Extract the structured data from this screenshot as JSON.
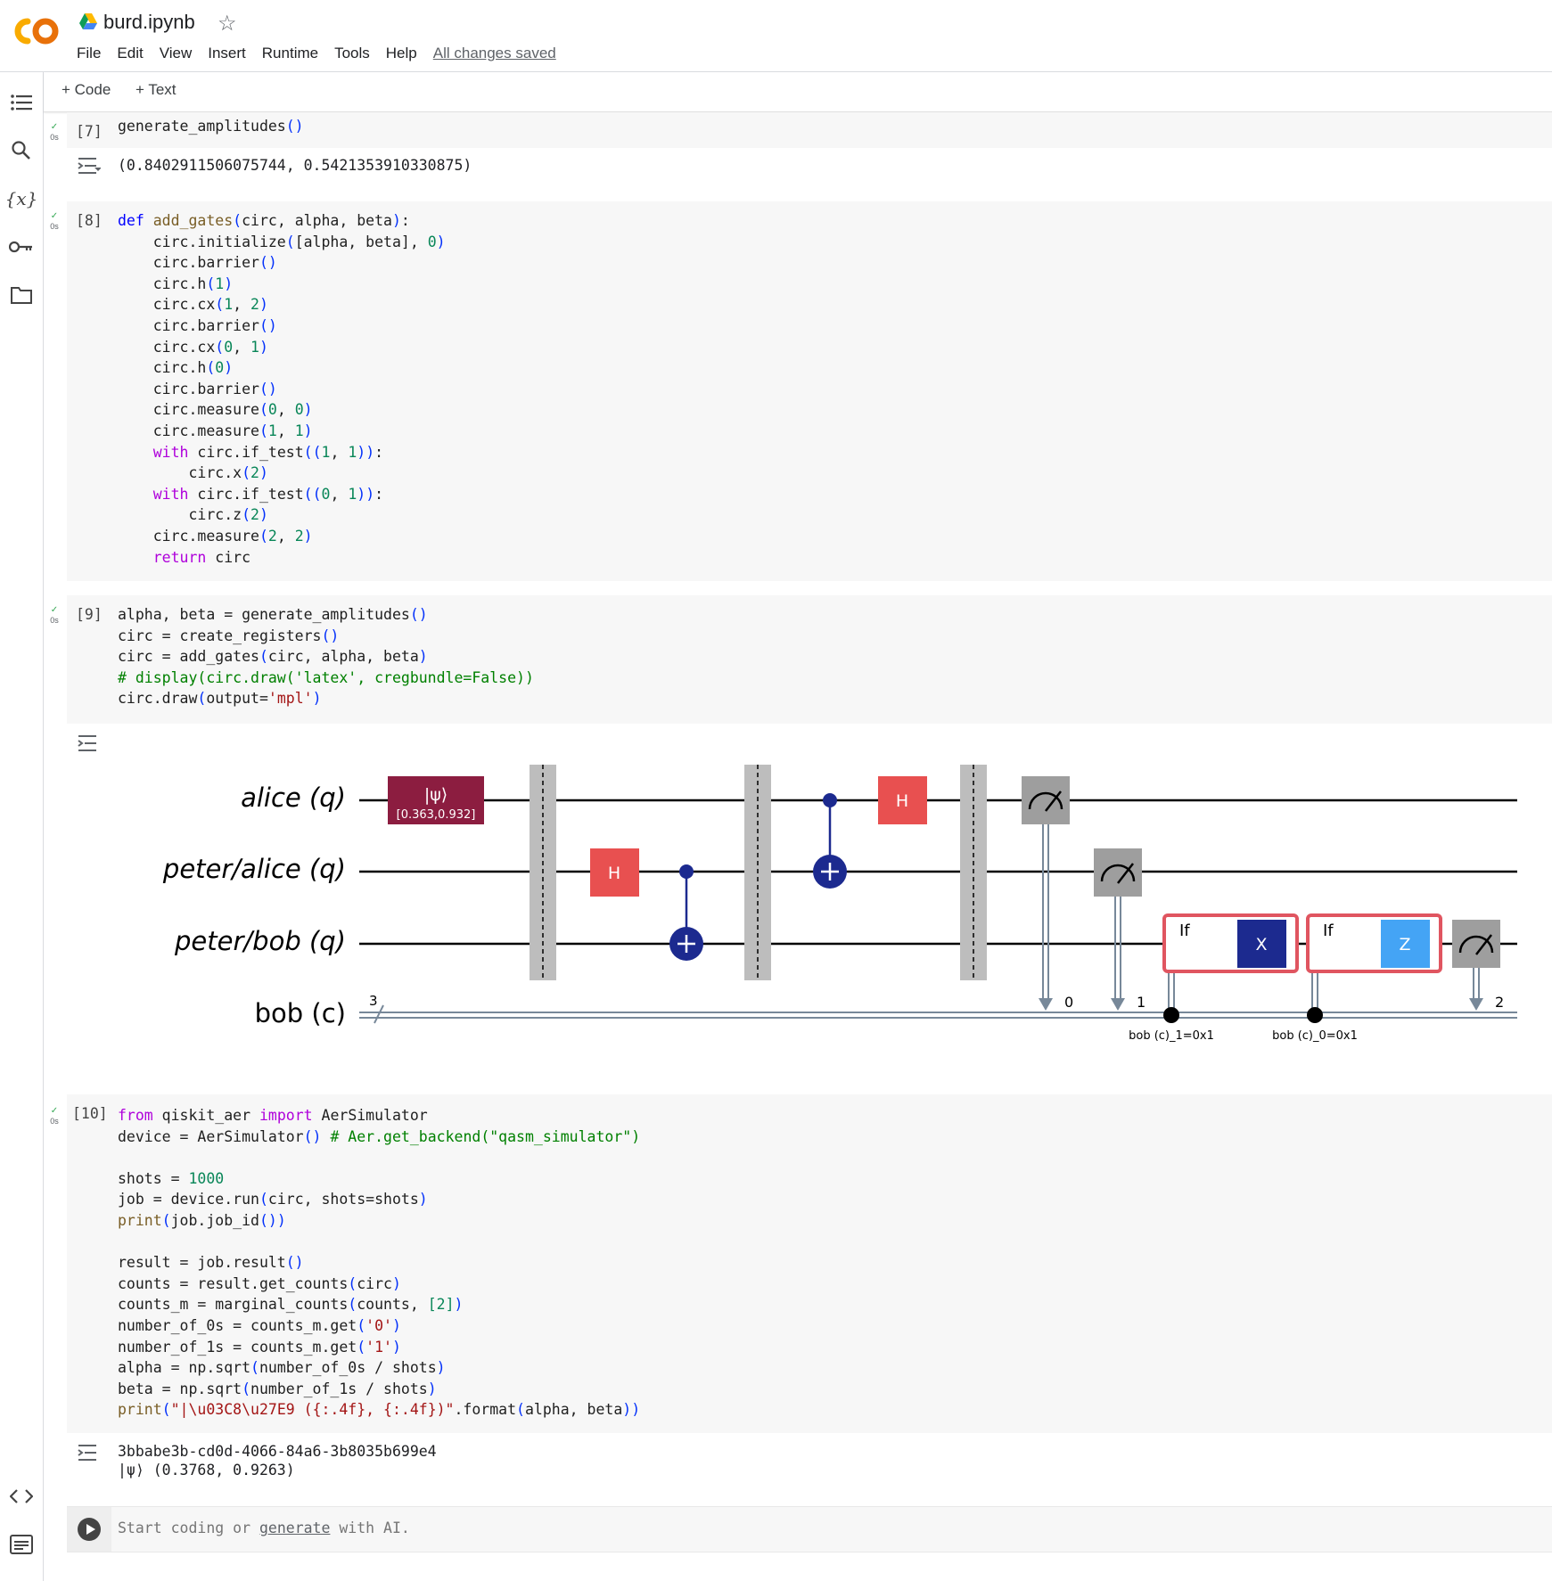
{
  "header": {
    "title": "burd.ipynb",
    "menu": [
      "File",
      "Edit",
      "View",
      "Insert",
      "Runtime",
      "Tools",
      "Help"
    ],
    "saved_status": "All changes saved"
  },
  "toolbar": {
    "code_label": "+ Code",
    "text_label": "+ Text"
  },
  "sidebar": {
    "icons": [
      "table-of-contents-icon",
      "search-icon",
      "variables-icon",
      "secrets-key-icon",
      "files-folder-icon",
      "code-snippets-icon",
      "terminal-icon"
    ]
  },
  "cells": [
    {
      "prompt": "[7]",
      "status": "✓",
      "time": "0s",
      "output": "(0.8402911506075744, 0.5421353910330875)"
    },
    {
      "prompt": "[8]",
      "status": "✓",
      "time": "0s"
    },
    {
      "prompt": "[9]",
      "status": "✓",
      "time": "0s"
    },
    {
      "prompt": "[10]",
      "status": "✓",
      "time": "0s",
      "output": "3bbabe3b-cd0d-4066-84a6-3b8035b699e4\n|ψ⟩ (0.3768, 0.9263)"
    }
  ],
  "circuit": {
    "registers": [
      "alice (q)",
      "peter/alice (q)",
      "peter/bob (q)",
      "bob (c)"
    ],
    "init_gate": {
      "label": "|ψ⟩",
      "params": "[0.363,0.932]"
    },
    "gate_h": "H",
    "gate_x": "X",
    "gate_z": "Z",
    "if_label": "If",
    "bundle_size": "3",
    "measure_bits": [
      "0",
      "1",
      "2"
    ],
    "conditions": [
      "bob (c)_1=0x1",
      "bob (c)_0=0x1"
    ],
    "colors": {
      "init": "#8c1d40",
      "h": "#e85050",
      "x": "#1c2a8f",
      "z": "#44a4f5",
      "measure": "#9e9e9e",
      "cx": "#1c2a8f",
      "if_box": "#e05560"
    }
  },
  "new_cell": {
    "placeholder_before": "Start coding or ",
    "placeholder_link": "generate",
    "placeholder_after": " with AI."
  }
}
